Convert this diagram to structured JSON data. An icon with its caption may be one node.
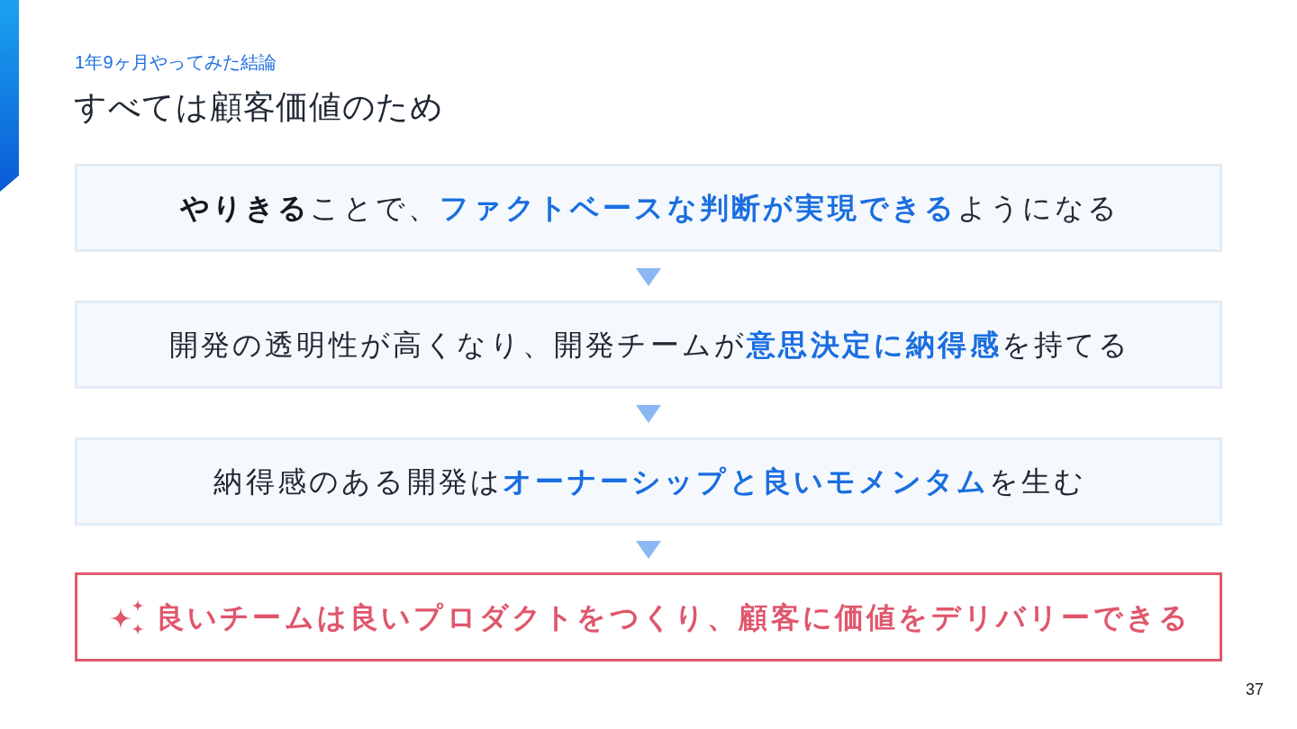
{
  "diagram": {
    "title": "すべては顧客価値のため",
    "nodes": [
      {
        "text": [
          "**やりきる**ことで、**ファクトベースな判断が実現できる**ようになる"
        ]
      },
      {
        "text": [
          "開発の透明性が高くなり、開発チームが**意思決定に納得感**を持てる"
        ]
      },
      {
        "text": [
          "納得感のある開発は**オーナーシップと良いモメンタム**を生む"
        ]
      },
      {
        "text": [
          "良いチームは良いプロダクトをつくり、顧客に価値をデリバリーできる"
        ]
      }
    ],
    "edges": [
      {
        "from": 0,
        "to": 1,
        "arrow": "to"
      },
      {
        "from": 1,
        "to": 2,
        "arrow": "to"
      },
      {
        "from": 2,
        "to": 3,
        "arrow": "to"
      }
    ],
    "labels": [
      "1年9ヶ月やってみた結論",
      "37"
    ]
  }
}
